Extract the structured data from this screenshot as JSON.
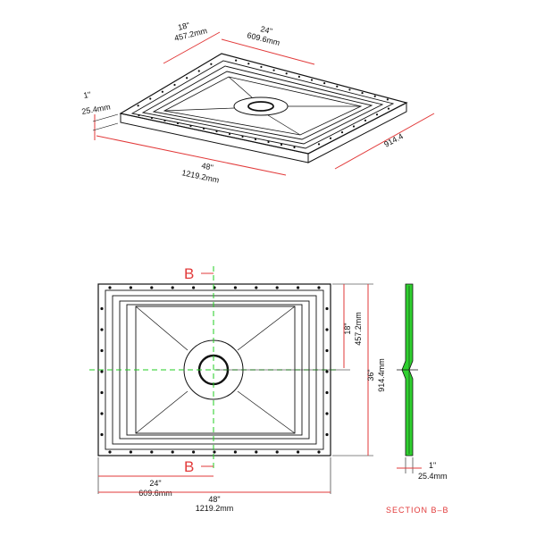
{
  "iso_view": {
    "dim_depth": {
      "inch": "18\"",
      "mm": "457.2mm"
    },
    "dim_half_width": {
      "inch": "24\"",
      "mm": "609.6mm"
    },
    "dim_thickness": {
      "inch": "1\"",
      "mm": "25.4mm"
    },
    "dim_length": {
      "inch": "48\"",
      "mm": "1219.2mm"
    },
    "dim_width": {
      "mm": "914.4"
    }
  },
  "plan_view": {
    "section_marker_top": "B",
    "section_marker_bottom": "B",
    "dim_half_depth": {
      "inch": "18\"",
      "mm": "457.2mm"
    },
    "dim_depth": {
      "inch": "36\"",
      "mm": "914.4mm"
    },
    "dim_half_width": {
      "inch": "24\"",
      "mm": "609.6mm"
    },
    "dim_length": {
      "inch": "48\"",
      "mm": "1219.2mm"
    }
  },
  "section_view": {
    "dim_thickness": {
      "inch": "1\"",
      "mm": "25.4mm"
    },
    "title": "SECTION  B–B"
  },
  "colors": {
    "line": "#111111",
    "dimension": "#e23a3a",
    "centerline": "#22cc22",
    "section_fill": "#2fd02f"
  }
}
